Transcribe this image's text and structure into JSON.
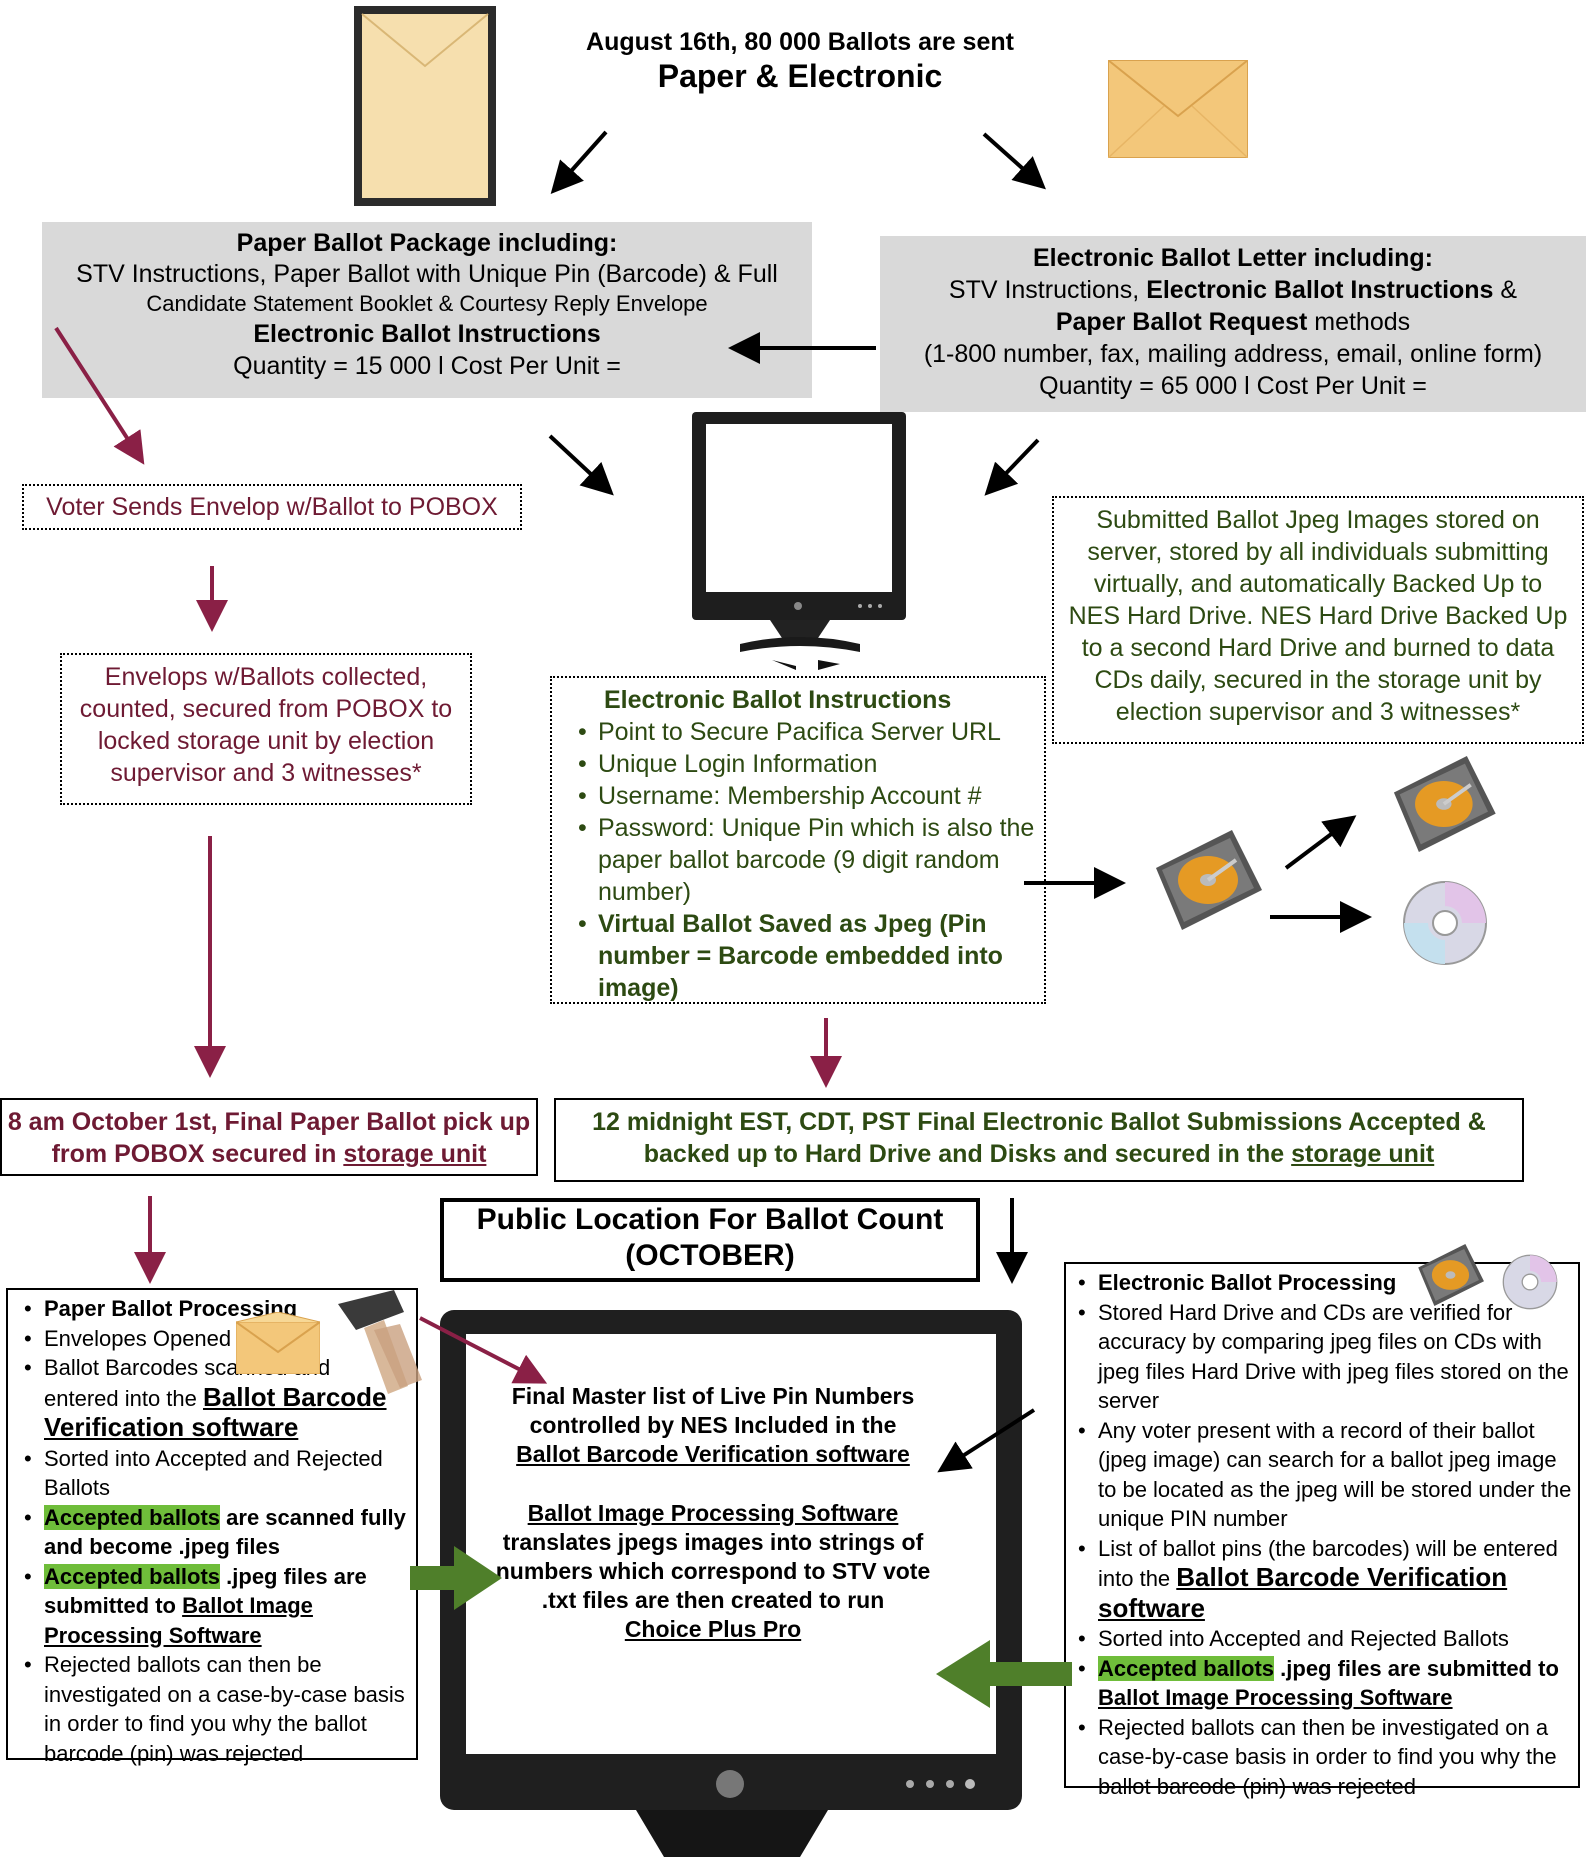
{
  "header": {
    "line1": "August 16th, 80 000 Ballots are sent",
    "line2": "Paper & Electronic"
  },
  "paper_package": {
    "title": "Paper Ballot Package including:",
    "line1": "STV Instructions, Paper Ballot with Unique Pin (Barcode) & Full",
    "line2": "Candidate Statement Booklet & Courtesy Reply Envelope",
    "line3": "Electronic Ballot Instructions",
    "line4": "Quantity = 15 000 l Cost Per Unit ="
  },
  "electronic_letter": {
    "title": "Electronic Ballot Letter including:",
    "line1_a": "STV Instructions, ",
    "line1_b": "Electronic Ballot Instructions",
    "line1_c": " &",
    "line2_a": "Paper Ballot Request",
    "line2_b": " methods",
    "line3": "(1-800 number, fax, mailing address, email, online form)",
    "line4": "Quantity = 65 000 l Cost Per Unit ="
  },
  "voter_sends": "Voter Sends Envelop w/Ballot to POBOX",
  "envelops_collected": "Envelops w/Ballots collected, counted, secured from POBOX to locked storage unit by election supervisor and 3 witnesses*",
  "submitted_jpeg": "Submitted Ballot Jpeg Images stored on server, stored by all individuals submitting virtually, and automatically Backed Up to NES Hard Drive. NES Hard Drive Backed Up to a second Hard Drive and burned to data CDs daily, secured in the storage unit by election supervisor and 3 witnesses*",
  "electronic_instructions": {
    "title": "Electronic Ballot Instructions",
    "items": [
      "Point to Secure Pacifica Server URL",
      "Unique Login Information",
      "Username: Membership Account #",
      "Password: Unique Pin which is also the paper ballot barcode (9 digit random number)"
    ],
    "bold_item": "Virtual Ballot Saved as Jpeg (Pin number = Barcode embedded into image)"
  },
  "final_paper": {
    "text": "8 am October 1st, Final Paper Ballot pick up from POBOX secured in ",
    "link": "storage unit"
  },
  "final_electronic": {
    "text": "12 midnight EST, CDT, PST Final Electronic Ballot Submissions Accepted & backed up to Hard Drive and Disks and secured in the ",
    "link": "storage unit"
  },
  "public_location": {
    "line1": "Public Location For Ballot Count",
    "line2": "(OCTOBER)"
  },
  "paper_processing": {
    "title": "Paper Ballot Processing",
    "i1": "Envelopes Opened",
    "i2_a": "Ballot Barcodes scanned and entered into the ",
    "i2_b": "Ballot Barcode Verification software",
    "i3": "Sorted into Accepted and Rejected Ballots",
    "i4_a": "Accepted ballots",
    "i4_b": " are scanned fully and become .jpeg files",
    "i5_a": "Accepted ballots",
    "i5_b": " .jpeg files are submitted to ",
    "i5_c": "Ballot Image Processing Software",
    "i6": "Rejected ballots can then be investigated on a case-by-case basis in order to find you why the ballot barcode (pin) was rejected"
  },
  "monitor_text": {
    "p1_a": "Final Master list of Live Pin Numbers controlled by NES Included in the",
    "p1_b": "Ballot Barcode Verification software",
    "p2_a": "Ballot Image Processing Software",
    "p2_b": "translates jpegs images into strings of numbers which correspond to STV vote",
    "p2_c": ".txt files are then created to run",
    "p2_d": "Choice Plus Pro"
  },
  "electronic_processing": {
    "title": "Electronic Ballot Processing",
    "i1": "Stored Hard Drive and CDs are verified for accuracy by comparing jpeg files on CDs with jpeg files Hard Drive with jpeg files stored on the server",
    "i2": "Any voter present with a record of their ballot (jpeg image) can search for a ballot jpeg image to be located as the jpeg will be stored under the unique PIN number",
    "i3_a": "List of ballot pins (the barcodes) will be entered into the ",
    "i3_b": "Ballot Barcode Verification software",
    "i4": "Sorted into Accepted and Rejected Ballots",
    "i5_a": "Accepted ballots",
    "i5_b": " .jpeg files are submitted to ",
    "i5_c": "Ballot Image Processing Software",
    "i6": "Rejected ballots can then be investigated on a case-by-case basis in order to find you why the ballot barcode (pin) was rejected"
  },
  "colors": {
    "maroon": "#6e1a33",
    "dark_green": "#2d4a12",
    "highlight_green": "#6fbd3a",
    "arrow_green": "#4f7f2a",
    "gray_box": "#d9d9d9",
    "envelope": "#f3c77a"
  },
  "icons": [
    "envelope-icon",
    "envelope-open-icon",
    "computer-monitor-icon",
    "hard-drive-icon",
    "cd-icon",
    "barcode-scanner-icon"
  ]
}
